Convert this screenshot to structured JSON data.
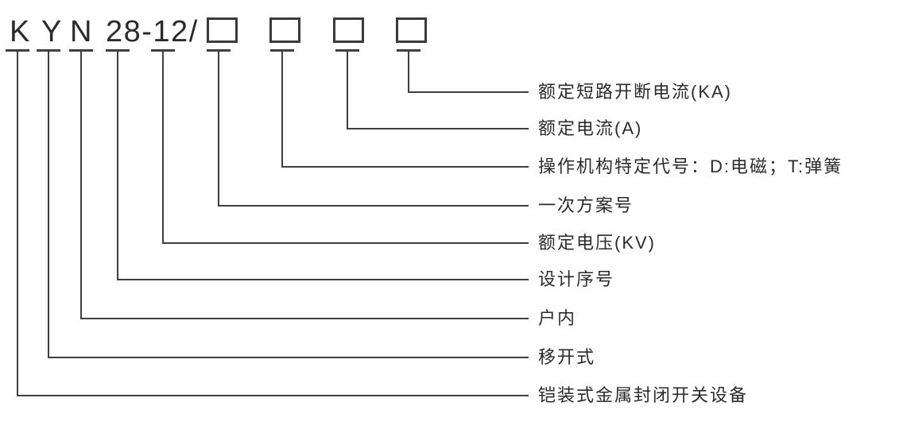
{
  "model_code": {
    "segments": [
      "K",
      "Y",
      "N",
      "28-12/"
    ],
    "full_code": "KYN28-12/"
  },
  "placeholder_box_count": 4,
  "entries": [
    {
      "source": "box4",
      "label": "额定短路开断电流(KA)"
    },
    {
      "source": "box3",
      "label": "额定电流(A)"
    },
    {
      "source": "box2",
      "label": "操作机构特定代号：D:电磁；T:弹簧"
    },
    {
      "source": "box1",
      "label": "一次方案号"
    },
    {
      "source": "12",
      "label": "额定电压(KV)"
    },
    {
      "source": "28",
      "label": "设计序号"
    },
    {
      "source": "N",
      "label": "户内"
    },
    {
      "source": "Y",
      "label": "移开式"
    },
    {
      "source": "K",
      "label": "铠装式金属封闭开关设备"
    }
  ],
  "colors": {
    "line": "#3f3f3f",
    "text": "#2b2b2b",
    "background": "#ffffff"
  }
}
